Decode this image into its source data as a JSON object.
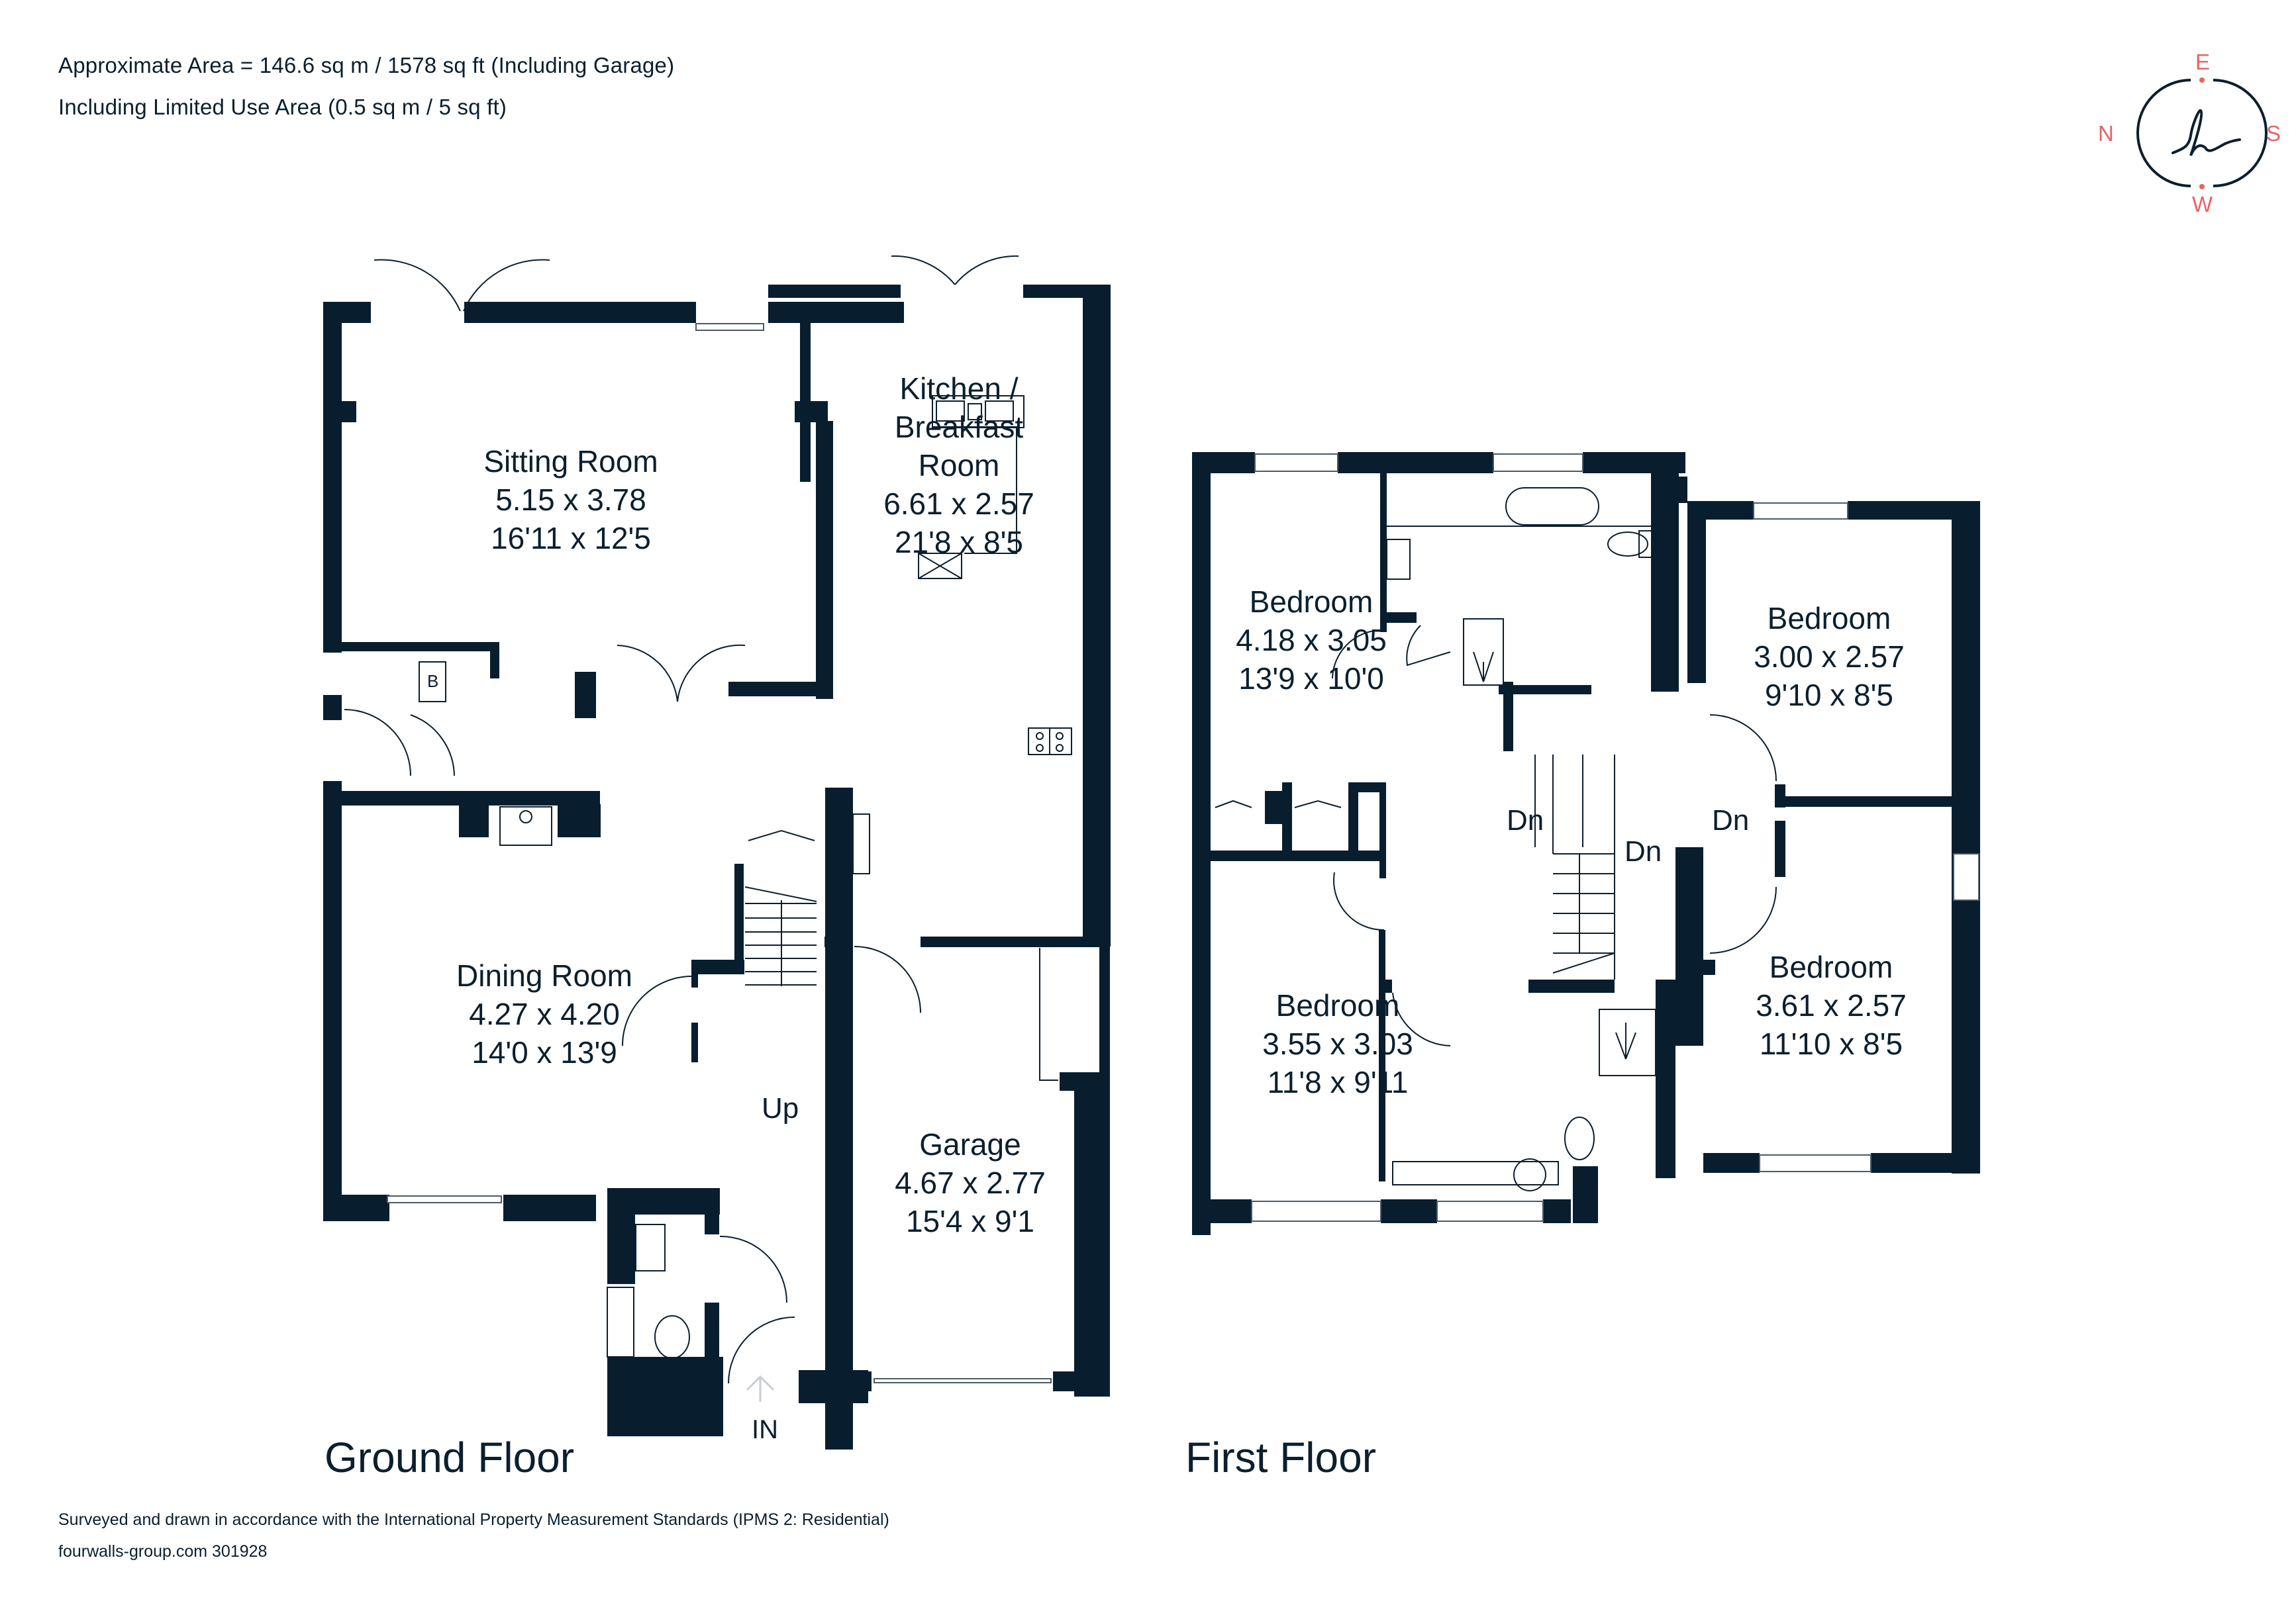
{
  "header": {
    "area_line": "Approximate Area = 146.6 sq m / 1578 sq ft (Including Garage)",
    "limited_use_line": "Including Limited Use Area (0.5 sq m / 5 sq ft)"
  },
  "compass": {
    "top": "E",
    "left": "N",
    "right": "S",
    "bottom": "W",
    "logo_glyph": "h",
    "accent_color": "#e86461",
    "ink_color": "#0b1f2e"
  },
  "ground_floor": {
    "title": "Ground Floor",
    "rooms": [
      {
        "name": "Sitting Room",
        "metric": "5.15 x 3.78",
        "imperial": "16'11 x 12'5"
      },
      {
        "name": "Kitchen /\nBreakfast\nRoom",
        "name_lines": [
          "Kitchen /",
          "Breakfast",
          "Room"
        ],
        "metric": "6.61 x 2.57",
        "imperial": "21'8 x 8'5"
      },
      {
        "name": "Dining Room",
        "metric": "4.27 x 4.20",
        "imperial": "14'0 x 13'9"
      },
      {
        "name": "Garage",
        "metric": "4.67 x 2.77",
        "imperial": "15'4 x 9'1"
      }
    ],
    "labels": {
      "boiler": "B",
      "stairs": "Up",
      "entrance": "IN"
    }
  },
  "first_floor": {
    "title": "First Floor",
    "rooms": [
      {
        "name": "Bedroom",
        "metric": "4.18 x 3.05",
        "imperial": "13'9 x 10'0"
      },
      {
        "name": "Bedroom",
        "metric": "3.00 x 2.57",
        "imperial": "9'10 x 8'5"
      },
      {
        "name": "Bedroom",
        "metric": "3.55 x 3.03",
        "imperial": "11'8 x 9'11"
      },
      {
        "name": "Bedroom",
        "metric": "3.61 x 2.57",
        "imperial": "11'10 x 8'5"
      }
    ],
    "labels": {
      "stairs_down_left": "Dn",
      "stairs_down_center": "Dn",
      "stairs_down_right": "Dn"
    }
  },
  "footer": {
    "standards_line": "Surveyed and drawn in accordance with the International Property Measurement Standards (IPMS 2: Residential)",
    "reference_line": "fourwalls-group.com 301928"
  },
  "colors": {
    "wall": "#081e2e",
    "text": "#0b1f2e",
    "background": "#ffffff",
    "compass_letters": "#e86461"
  }
}
